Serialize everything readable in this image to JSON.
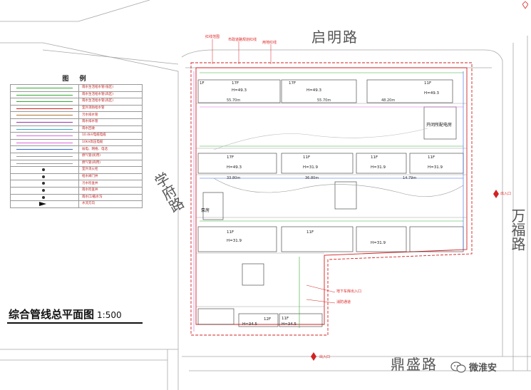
{
  "drawing": {
    "title": "综合管线总平面图",
    "scale": "1:500"
  },
  "roads": {
    "north": "启明路",
    "west": "学府路",
    "east": "万福路",
    "south": "鼎盛路"
  },
  "legend": {
    "title": "图 例",
    "items": [
      {
        "label": "雨水生活给水管(低区)",
        "color": "#33aa33"
      },
      {
        "label": "雨水生活给水管(高区)",
        "color": "#33aa33"
      },
      {
        "label": "雨水生活给水管(高区)",
        "color": "#33aa33"
      },
      {
        "label": "室外消防给水管",
        "color": "#cc2222"
      },
      {
        "label": "污水排水管",
        "color": "#aa7733"
      },
      {
        "label": "雨水排水管",
        "color": "#9933aa"
      },
      {
        "label": "雨水回收",
        "color": "#33aacc"
      },
      {
        "label": "10.4kV电缆电缆",
        "color": "#dd66dd"
      },
      {
        "label": "10kV高压电缆",
        "color": "#dd66dd"
      },
      {
        "label": "弱电、网络、电话",
        "color": "#3366dd"
      },
      {
        "label": "燃气管(民用)",
        "color": "#999999"
      },
      {
        "label": "燃气管(商用)",
        "color": "#999999"
      },
      {
        "label": "室外消火栓",
        "color": "#222222"
      },
      {
        "label": "给水阀门井",
        "color": "#222222"
      },
      {
        "label": "污水检查井",
        "color": "#222222"
      },
      {
        "label": "雨水检查井",
        "color": "#222222"
      },
      {
        "label": "雨水口/截水沟",
        "color": "#222222"
      },
      {
        "label": "水流方向",
        "color": "#111111"
      }
    ]
  },
  "buildings": [
    {
      "floors": "1F",
      "height": ""
    },
    {
      "floors": "17F",
      "height": "H=49.3"
    },
    {
      "floors": "17F",
      "height": "H=49.3"
    },
    {
      "floors": "11F",
      "height": "H=49.3"
    },
    {
      "floors": "11F",
      "height": "H=31.9"
    },
    {
      "floors": "11F",
      "height": "H=31.9"
    },
    {
      "floors": "11F",
      "height": "H=31.9"
    },
    {
      "floors": "17F",
      "height": "H=49.3"
    },
    {
      "floors": "11F",
      "height": "H=31.9"
    },
    {
      "floors": "11F",
      "height": "H=31.9"
    },
    {
      "floors": "12F",
      "height": "H=34.5"
    },
    {
      "floors": "11F",
      "height": "H=34.5"
    }
  ],
  "annotations": {
    "substation": "开闭所配电房",
    "pump_room": "泵房",
    "dimension_1": "55.70m",
    "dimension_2": "55.70m",
    "dimension_3": "48.20m",
    "dimension_4": "36.80m",
    "dimension_5": "33.80m",
    "dimension_6": "14.79m",
    "entrance_east": "出入口",
    "entrance_south": "出入口",
    "note_1": "红线范围",
    "note_2": "市政道路规划红线",
    "note_3": "用地红线",
    "note_4": "地下车库出入口",
    "note_5": "消防通道"
  },
  "watermark": {
    "text": "微淮安"
  },
  "colors": {
    "red_line": "#d22222",
    "road_edge": "#9a9a9a",
    "building": "#333333",
    "green_pipe": "#33aa33",
    "magenta_pipe": "#dd66dd",
    "blue_pipe": "#3366dd"
  }
}
